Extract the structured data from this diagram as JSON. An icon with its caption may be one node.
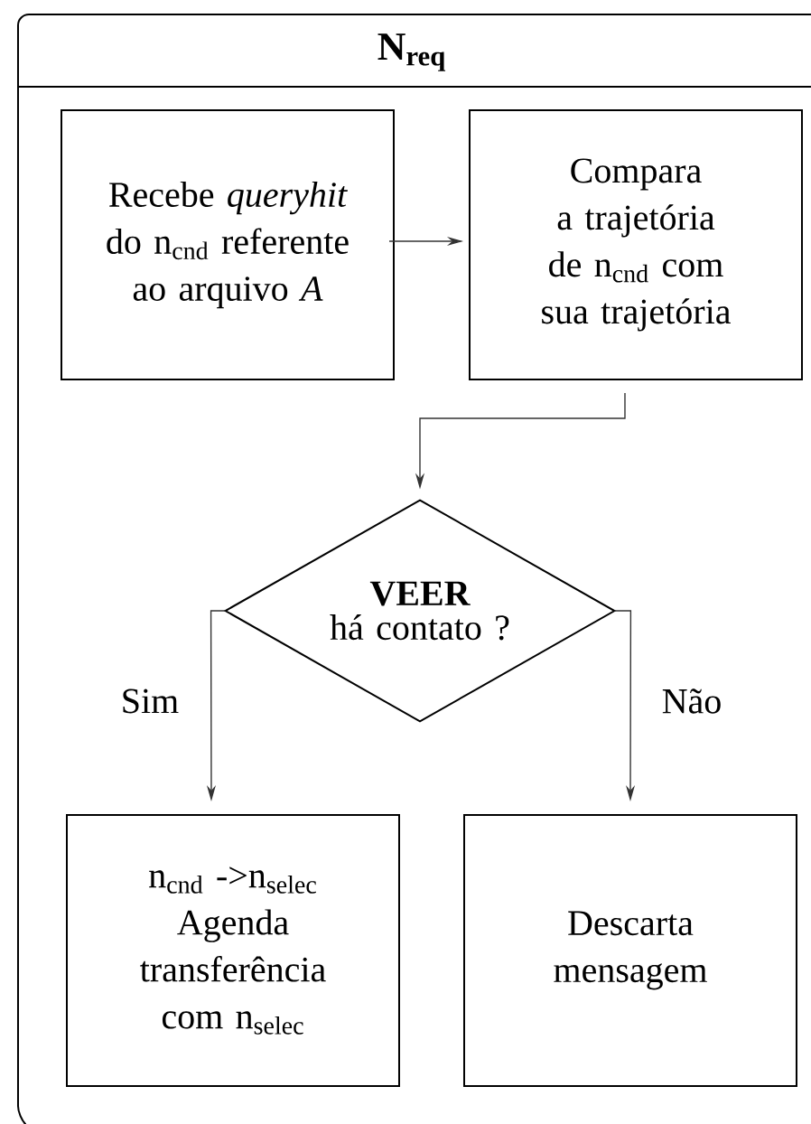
{
  "diagram": {
    "nodes": [
      {
        "text": [
          "N$_{req}$"
        ]
      },
      {
        "text": [
          "Recebe *queryhit* do n$_{cnd}$ referente ao arquivo *A*"
        ],
        "in": 0
      },
      {
        "text": [
          "Compara a trajetória de n$_{cnd}$ com sua trajetória"
        ],
        "in": 0
      },
      {
        "text": [
          "VEER",
          "há contato ?"
        ],
        "in": 0
      },
      {
        "text": [
          "n$_{cnd}$ ->n$_{selec}$",
          "Agenda transferência com n$_{selec}$"
        ],
        "in": 0
      },
      {
        "text": [
          "Descarta mensagem"
        ],
        "in": 0
      }
    ],
    "edges": [
      {
        "from": 1,
        "to": 2,
        "arrow": "to"
      },
      {
        "from": 2,
        "to": 3,
        "arrow": "to"
      },
      {
        "from": 3,
        "to": 4,
        "arrow": "to",
        "label": "Sim"
      },
      {
        "from": 3,
        "to": 5,
        "arrow": "to",
        "label": "Não"
      }
    ]
  }
}
